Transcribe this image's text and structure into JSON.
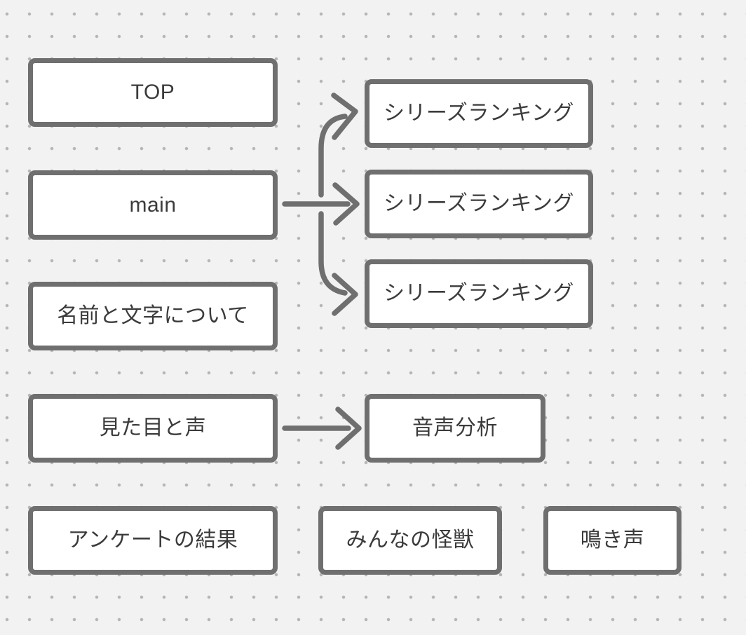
{
  "canvas": {
    "background_color": "#f2f2f2",
    "dot_color": "#b6b4b4",
    "stroke_color": "#6f6f6f",
    "text_color": "#3b3b3b",
    "node_fill": "#ffffff"
  },
  "nodes": [
    {
      "id": "top",
      "label": "TOP"
    },
    {
      "id": "main",
      "label": "main"
    },
    {
      "id": "names",
      "label": "名前と文字について"
    },
    {
      "id": "looks",
      "label": "見た目と声"
    },
    {
      "id": "survey",
      "label": "アンケートの結果"
    },
    {
      "id": "series-1",
      "label": "シリーズランキング"
    },
    {
      "id": "series-2",
      "label": "シリーズランキング"
    },
    {
      "id": "series-3",
      "label": "シリーズランキング"
    },
    {
      "id": "voice",
      "label": "音声分析"
    },
    {
      "id": "everyone",
      "label": "みんなの怪獣"
    },
    {
      "id": "cry",
      "label": "鳴き声"
    }
  ],
  "connections": [
    {
      "from": "main",
      "to": "series-1"
    },
    {
      "from": "main",
      "to": "series-2"
    },
    {
      "from": "main",
      "to": "series-3"
    },
    {
      "from": "looks",
      "to": "voice"
    }
  ]
}
